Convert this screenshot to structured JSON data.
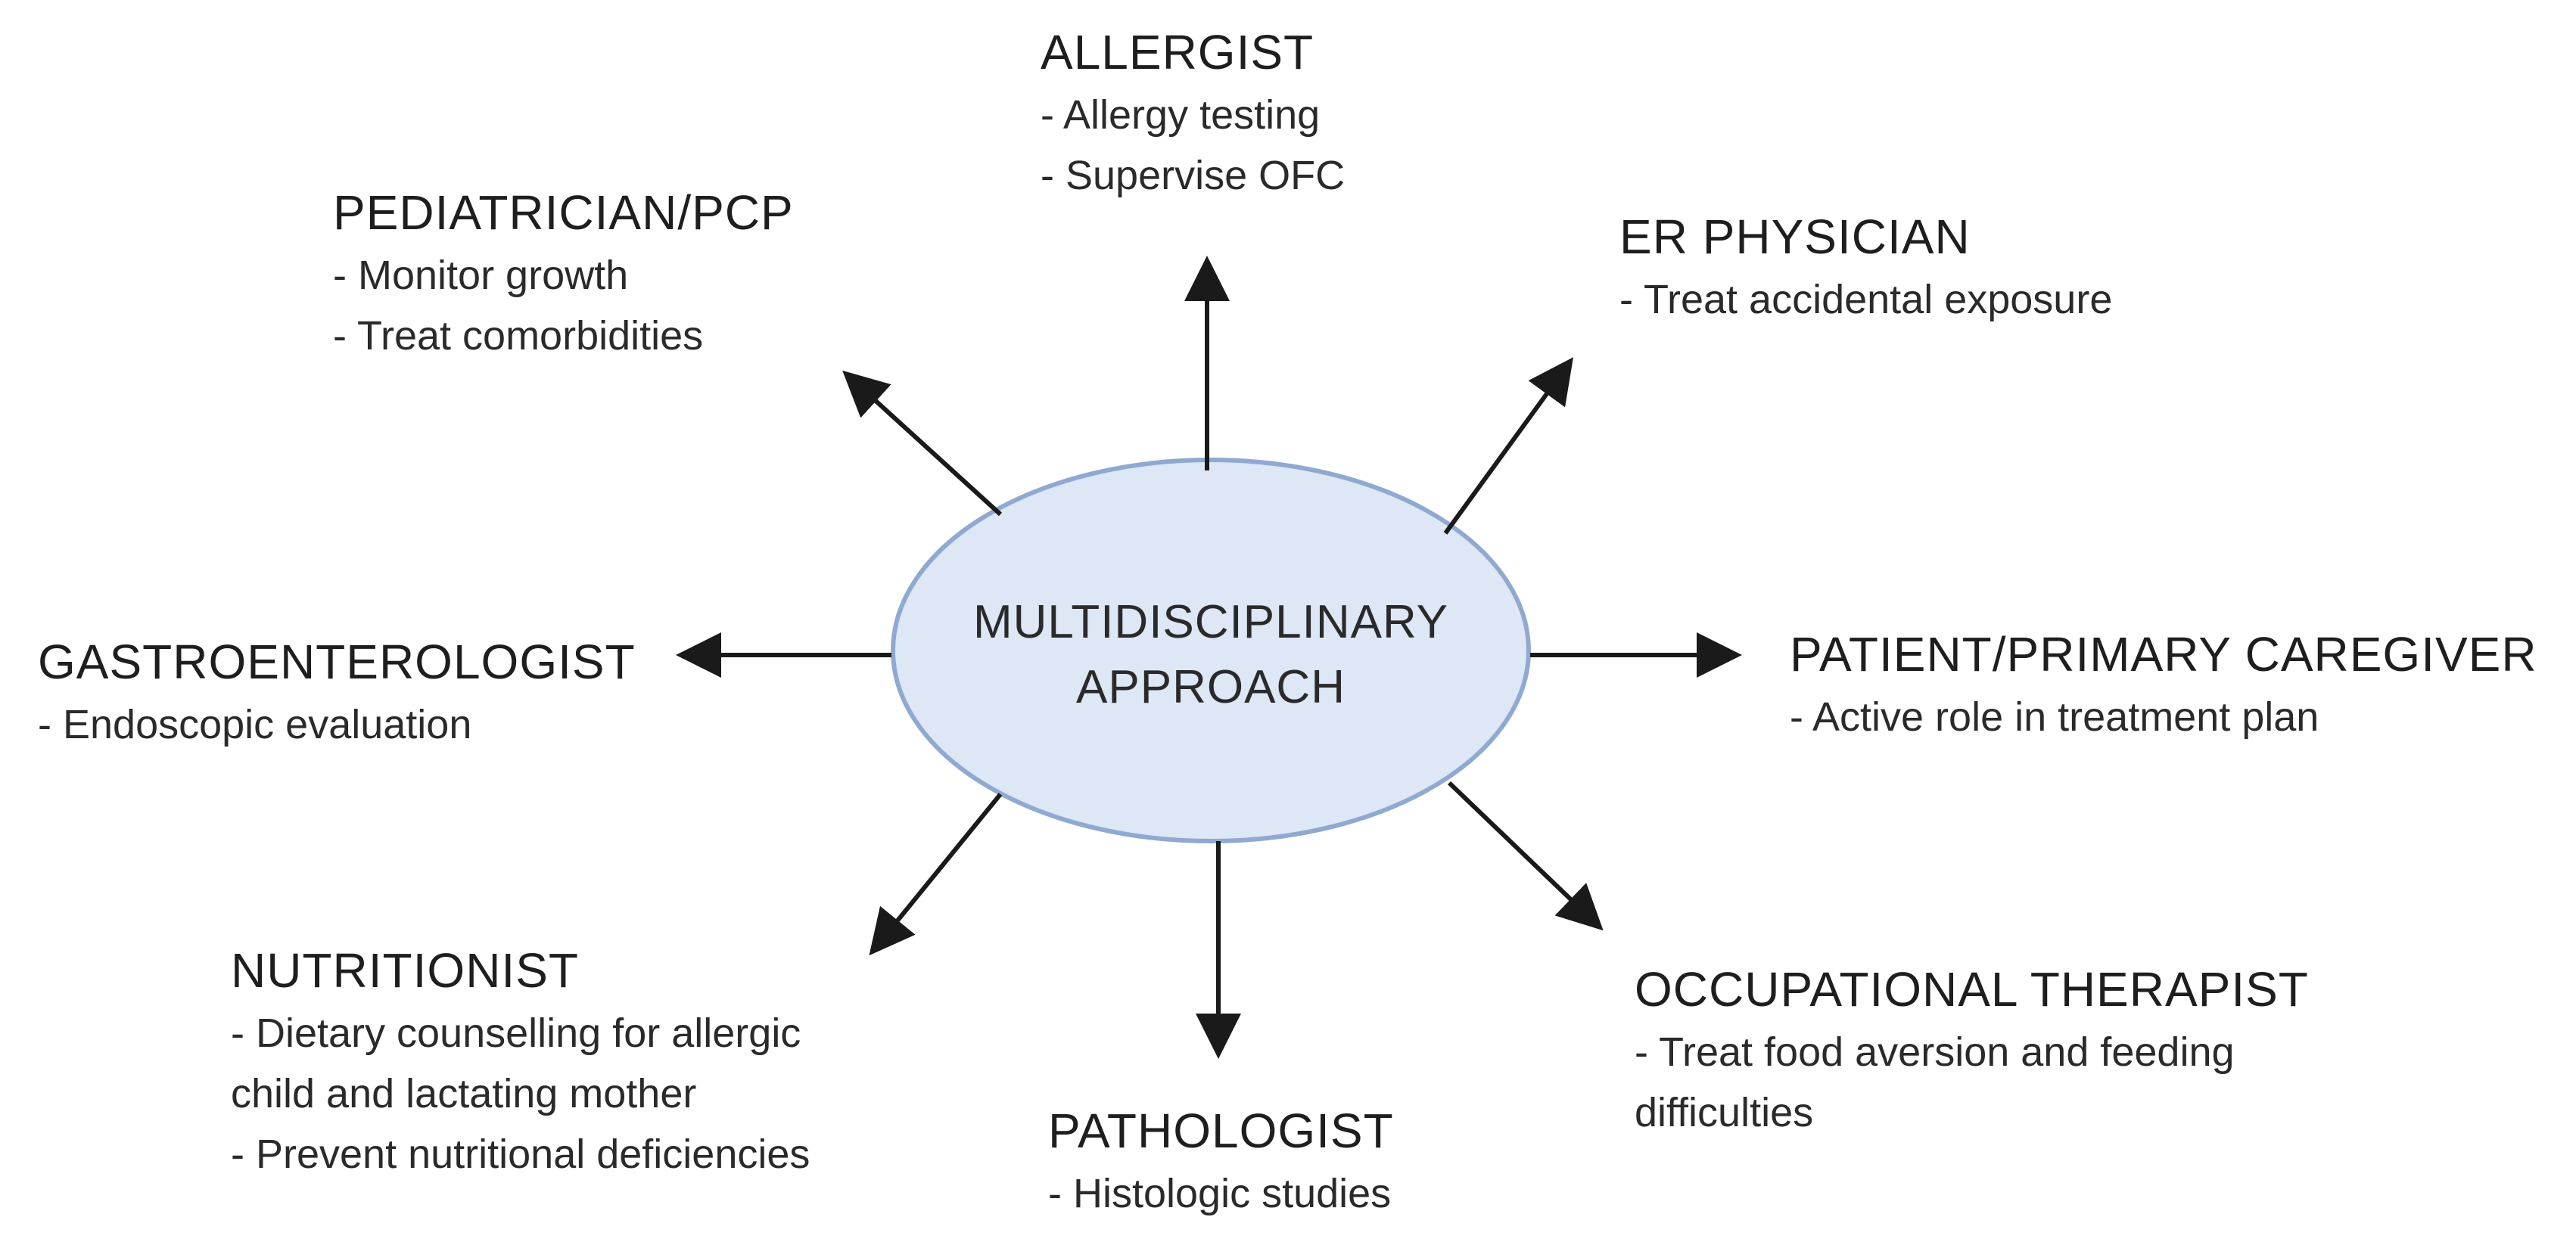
{
  "center": {
    "line1": "MULTIDISCIPLINARY",
    "line2": "APPROACH"
  },
  "nodes": {
    "allergist": {
      "title": "ALLERGIST",
      "items": [
        "- Allergy testing",
        "- Supervise OFC"
      ]
    },
    "pediatrician": {
      "title": "PEDIATRICIAN/PCP",
      "items": [
        "- Monitor growth",
        "- Treat comorbidities"
      ]
    },
    "er_physician": {
      "title": "ER PHYSICIAN",
      "items": [
        "- Treat accidental exposure"
      ]
    },
    "gastroenterologist": {
      "title": "GASTROENTEROLOGIST",
      "items": [
        "- Endoscopic evaluation"
      ]
    },
    "patient": {
      "title": "PATIENT/PRIMARY CAREGIVER",
      "items": [
        "- Active role in treatment plan"
      ]
    },
    "nutritionist": {
      "title": "NUTRITIONIST",
      "items": [
        "- Dietary counselling for allergic",
        "child and lactating mother",
        "- Prevent nutritional deficiencies"
      ]
    },
    "occupational_therapist": {
      "title": "OCCUPATIONAL THERAPIST",
      "items": [
        "- Treat food aversion and feeding",
        "difficulties"
      ]
    },
    "pathologist": {
      "title": "PATHOLOGIST",
      "items": [
        "- Histologic studies"
      ]
    }
  },
  "colors": {
    "ellipse_fill": "#dde7f5",
    "ellipse_stroke": "#8fa9d0",
    "arrow": "#1a1a1a"
  }
}
